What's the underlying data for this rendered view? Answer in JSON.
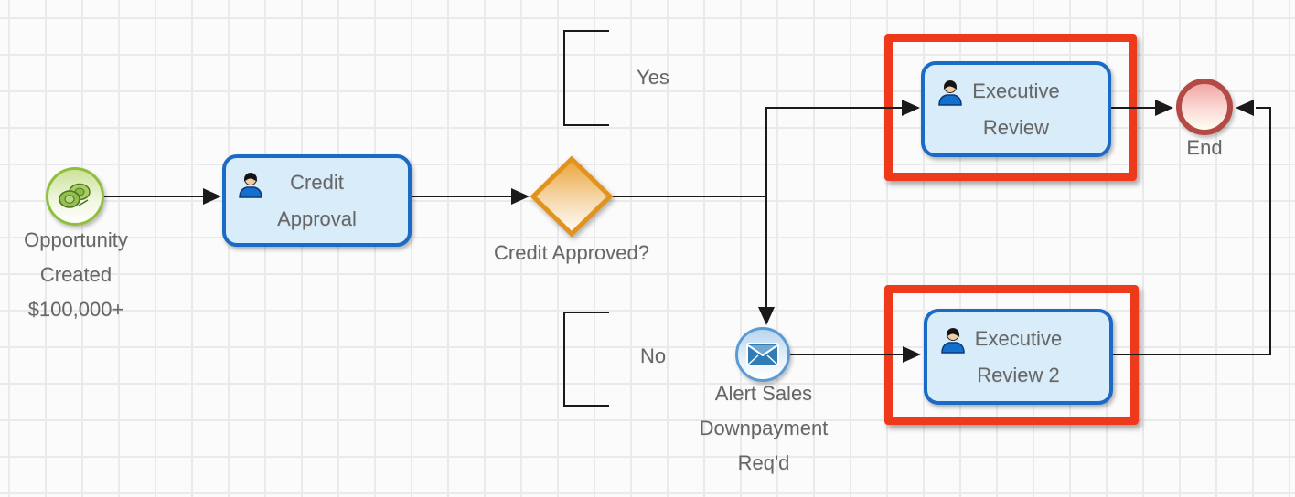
{
  "nodes": {
    "start": {
      "label": "Opportunity Created $100,000+",
      "icon": "money-icon"
    },
    "credit_approval": {
      "label": "Credit Approval",
      "icon": "user-icon"
    },
    "gateway": {
      "label": "Credit Approved?"
    },
    "branch_yes": {
      "label": "Yes"
    },
    "branch_no": {
      "label": "No"
    },
    "alert_sales": {
      "label": "Alert Sales Downpayment Req'd",
      "icon": "envelope-icon"
    },
    "executive_review": {
      "label": "Executive Review",
      "icon": "user-icon",
      "highlighted": true
    },
    "executive_review_2": {
      "label": "Executive Review 2",
      "icon": "user-icon",
      "highlighted": true
    },
    "end": {
      "label": "End"
    }
  },
  "colors": {
    "task_fill": "#d9ecf9",
    "task_border": "#1b6ac6",
    "highlight_red": "#ee3a1b",
    "gateway_orange": "#e2931d",
    "start_green": "#8fbf3c",
    "end_red": "#b34a46",
    "message_blue": "#5b9bd5",
    "connector_black": "#1a1a1a",
    "label_gray": "#666666",
    "grid_line": "#eaeaea"
  }
}
